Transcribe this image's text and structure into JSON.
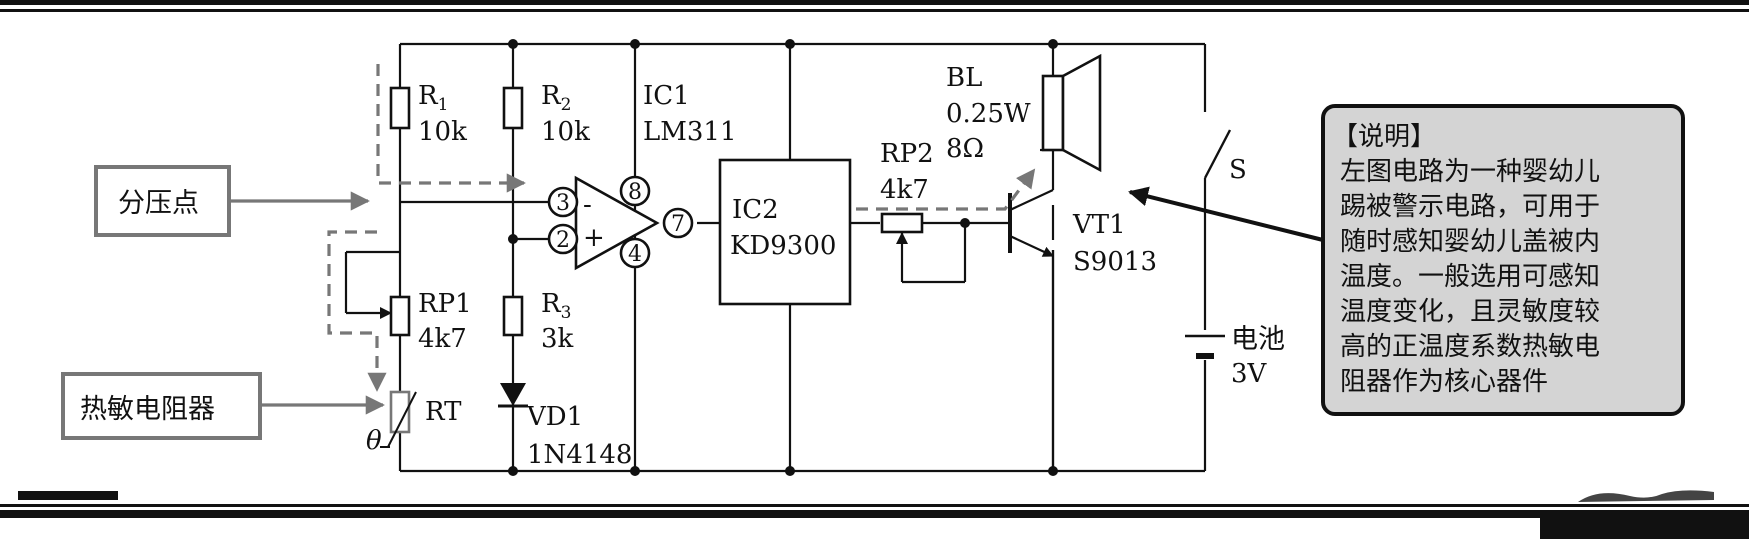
{
  "resistors": {
    "r1": {
      "name": "R",
      "sub": "1",
      "value": "10k"
    },
    "r2": {
      "name": "R",
      "sub": "2",
      "value": "10k"
    },
    "r3": {
      "name": "R",
      "sub": "3",
      "value": "3k"
    },
    "rp1": {
      "name": "RP1",
      "value": "4k7"
    },
    "rp2": {
      "name": "RP2",
      "value": "4k7"
    },
    "rt": {
      "name": "RT",
      "theta": "θ"
    }
  },
  "ic1": {
    "name": "IC1",
    "model": "LM311",
    "pins": [
      "3",
      "2",
      "8",
      "4",
      "7"
    ],
    "minus": "-",
    "plus": "+"
  },
  "ic2": {
    "name": "IC2",
    "model": "KD9300"
  },
  "vd1": {
    "name": "VD1",
    "model": "1N4148"
  },
  "bl": {
    "name": "BL",
    "power": "0.25W",
    "impedance": "8Ω"
  },
  "vt1": {
    "name": "VT1",
    "model": "S9013"
  },
  "switch": {
    "name": "S"
  },
  "battery": {
    "name": "电池",
    "voltage": "3V"
  },
  "callouts": {
    "divider_point": "分压点",
    "thermistor": "热敏电阻器"
  },
  "explanation": {
    "title": "【说明】",
    "lines": [
      "左图电路为一种婴幼儿",
      "踢被警示电路，可用于",
      "随时感知婴幼儿盖被内",
      "温度。一般选用可感知",
      "温度变化，且灵敏度较",
      "高的正温度系数热敏电",
      "阻器作为核心器件"
    ]
  }
}
